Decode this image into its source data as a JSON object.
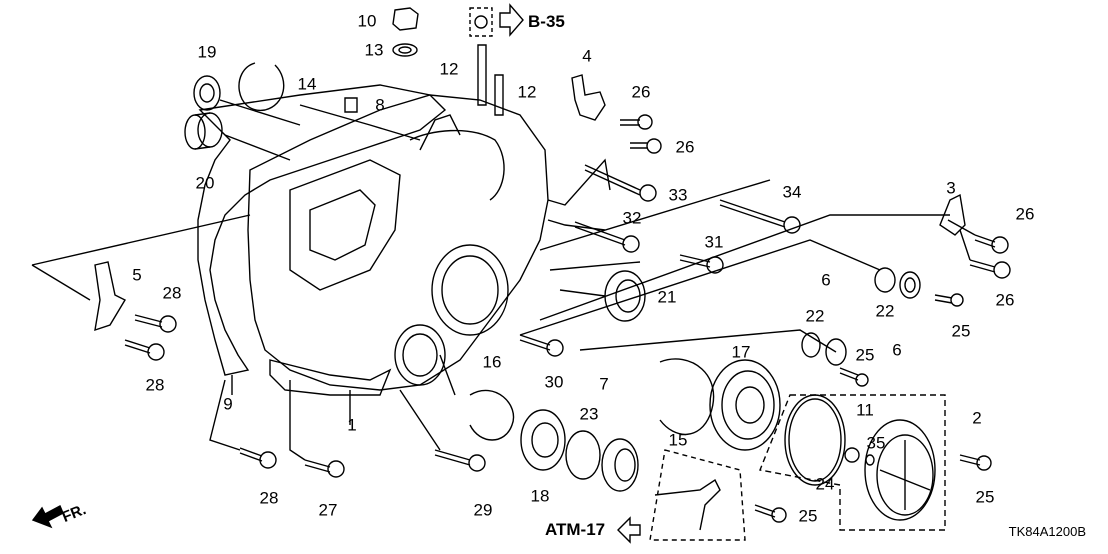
{
  "diagram": {
    "title": "Transmission housing exploded parts diagram",
    "diagram_code": "TK84A1200B",
    "front_indicator": "FR.",
    "references": [
      {
        "id": "ref-b35",
        "label": "B-35",
        "direction": "right"
      },
      {
        "id": "ref-atm17",
        "label": "ATM-17",
        "direction": "left"
      }
    ],
    "callouts": [
      {
        "num": "1"
      },
      {
        "num": "2"
      },
      {
        "num": "3"
      },
      {
        "num": "4"
      },
      {
        "num": "5"
      },
      {
        "num": "6"
      },
      {
        "num": "6"
      },
      {
        "num": "7"
      },
      {
        "num": "8"
      },
      {
        "num": "9"
      },
      {
        "num": "10"
      },
      {
        "num": "11"
      },
      {
        "num": "12"
      },
      {
        "num": "12"
      },
      {
        "num": "13"
      },
      {
        "num": "14"
      },
      {
        "num": "15"
      },
      {
        "num": "16"
      },
      {
        "num": "17"
      },
      {
        "num": "18"
      },
      {
        "num": "19"
      },
      {
        "num": "20"
      },
      {
        "num": "21"
      },
      {
        "num": "22"
      },
      {
        "num": "22"
      },
      {
        "num": "23"
      },
      {
        "num": "24"
      },
      {
        "num": "25"
      },
      {
        "num": "25"
      },
      {
        "num": "25"
      },
      {
        "num": "25"
      },
      {
        "num": "26"
      },
      {
        "num": "26"
      },
      {
        "num": "26"
      },
      {
        "num": "26"
      },
      {
        "num": "27"
      },
      {
        "num": "28"
      },
      {
        "num": "28"
      },
      {
        "num": "28"
      },
      {
        "num": "29"
      },
      {
        "num": "30"
      },
      {
        "num": "31"
      },
      {
        "num": "32"
      },
      {
        "num": "33"
      },
      {
        "num": "34"
      },
      {
        "num": "35"
      }
    ]
  }
}
